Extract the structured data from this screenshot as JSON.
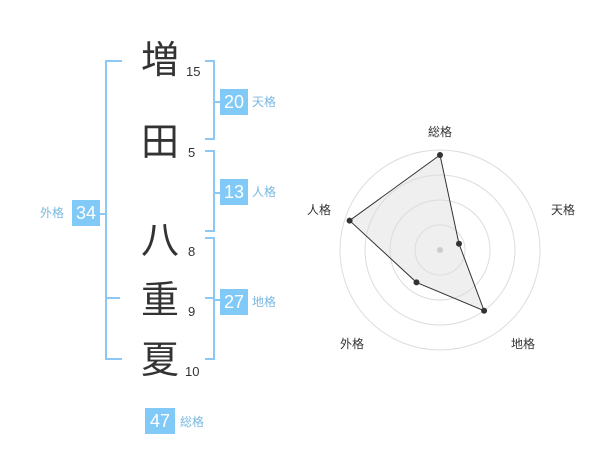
{
  "colors": {
    "accent": "#81c9f7",
    "bracket": "#8cc8f5",
    "label": "#7ab8e0",
    "text": "#333333"
  },
  "name": {
    "surname": [
      {
        "char": "増",
        "strokes": "15"
      },
      {
        "char": "田",
        "strokes": "5"
      }
    ],
    "given": [
      {
        "char": "八",
        "strokes": "8"
      },
      {
        "char": "重",
        "strokes": "9"
      },
      {
        "char": "夏",
        "strokes": "10"
      }
    ]
  },
  "fortunes": {
    "tenkaku": {
      "value": "20",
      "label": "天格"
    },
    "jinkaku": {
      "value": "13",
      "label": "人格"
    },
    "chikaku": {
      "value": "27",
      "label": "地格"
    },
    "gaikaku": {
      "value": "34",
      "label": "外格"
    },
    "soukaku": {
      "value": "47",
      "label": "総格"
    }
  },
  "radar": {
    "axes": [
      "総格",
      "天格",
      "地格",
      "外格",
      "人格"
    ],
    "levels": 4,
    "values": [
      0.95,
      0.2,
      0.75,
      0.4,
      0.95
    ]
  }
}
